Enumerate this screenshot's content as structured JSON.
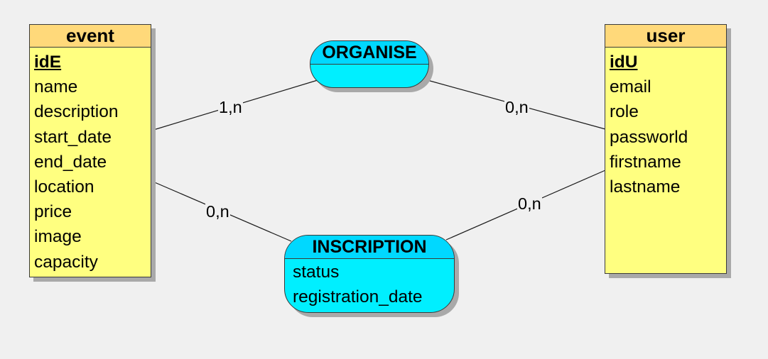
{
  "entities": {
    "event": {
      "title": "event",
      "fields": [
        "idE",
        "name",
        "description",
        "start_date",
        "end_date",
        "location",
        "price",
        "image",
        "capacity"
      ]
    },
    "user": {
      "title": "user",
      "fields": [
        "idU",
        "email",
        "role",
        "passworld",
        "firstname",
        "lastname"
      ]
    }
  },
  "associations": {
    "organise": {
      "title": "ORGANISE",
      "fields": []
    },
    "inscription": {
      "title": "INSCRIPTION",
      "fields": [
        "status",
        "registration_date"
      ]
    }
  },
  "cardinalities": {
    "event_organise": "1,n",
    "user_organise": "0,n",
    "event_inscription": "0,n",
    "user_inscription": "0,n"
  },
  "colors": {
    "background": "#f0f0f0",
    "entity_header": "#ffd97a",
    "entity_body": "#ffff80",
    "association_header": "#00d8ff",
    "association_body": "#00efff",
    "border": "#3a3a3a",
    "shadow": "#a9a9a9"
  }
}
